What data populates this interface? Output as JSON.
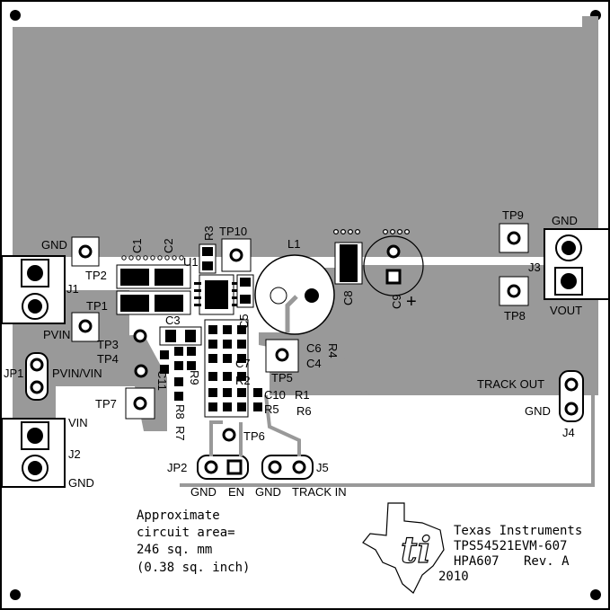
{
  "board": {
    "note": {
      "lines": [
        "Approximate",
        "circuit area=",
        "246 sq. mm",
        "(0.38 sq. inch)"
      ]
    },
    "credits": {
      "company": "Texas Instruments",
      "model": "TPS54521EVM-607",
      "assembly": "HPA607",
      "revision": "Rev. A",
      "year": "2010"
    },
    "connectors": {
      "j1": "J1",
      "j2": "J2",
      "j3": "J3",
      "j4": "J4",
      "j5": "J5",
      "jp1": "JP1",
      "jp2": "JP2"
    },
    "nets": {
      "gnd_top_left": "GND",
      "pvin": "PVIN",
      "pvin_vin": "PVIN/VIN",
      "vin": "VIN",
      "gnd_j2": "GND",
      "gnd_j3": "GND",
      "vout": "VOUT",
      "track_out": "TRACK OUT",
      "gnd_j4": "GND",
      "gnd_jp2": "GND",
      "en": "EN",
      "gnd_j5": "GND",
      "track_in": "TRACK IN"
    },
    "test_points": {
      "tp1": "TP1",
      "tp2": "TP2",
      "tp3": "TP3",
      "tp4": "TP4",
      "tp5": "TP5",
      "tp6": "TP6",
      "tp7": "TP7",
      "tp8": "TP8",
      "tp9": "TP9",
      "tp10": "TP10"
    },
    "components": {
      "c1": "C1",
      "c2": "C2",
      "c3": "C3",
      "c4": "C4",
      "c5": "C5",
      "c6": "C6",
      "c7": "C7",
      "c8": "C8",
      "c9": "C9",
      "c10": "C10",
      "c11": "C11",
      "r1": "R1",
      "r2": "R2",
      "r3": "R3",
      "r4": "R4",
      "r5": "R5",
      "r6": "R6",
      "r7": "R7",
      "r8": "R8",
      "r9": "R9",
      "u1": "U1",
      "l1": "L1",
      "c9_polarity": "+"
    }
  }
}
